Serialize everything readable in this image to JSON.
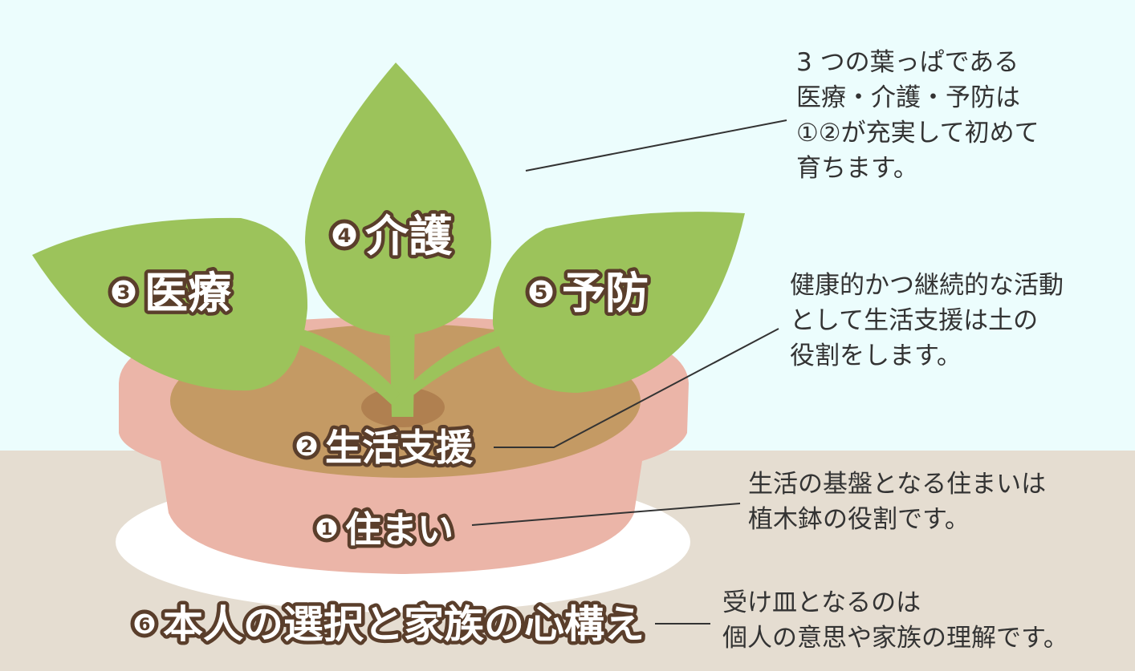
{
  "colors": {
    "sky": "#ecfdfd",
    "ground": "#e5ddd1",
    "saucer": "#ffffff",
    "pot": "#ebb5a8",
    "soil": "#c49a64",
    "soil_hole": "#b08050",
    "leaf": "#9cc35b",
    "label_outline": "#5a3e2b",
    "note_text": "#333333"
  },
  "labels": {
    "leaf_left": {
      "num": "3",
      "text": "医療"
    },
    "leaf_center": {
      "num": "4",
      "text": "介護"
    },
    "leaf_right": {
      "num": "5",
      "text": "予防"
    },
    "soil": {
      "num": "2",
      "text": "生活支援"
    },
    "pot": {
      "num": "1",
      "text": "住まい"
    },
    "saucer": {
      "num": "6",
      "text": "本人の選択と家族の心構え"
    }
  },
  "notes": {
    "leaves": [
      "3 つの葉っぱである",
      "医療・介護・予防は",
      "①②が充実して初めて",
      "育ちます。"
    ],
    "soil": [
      "健康的かつ継続的な活動",
      "として生活支援は土の",
      "役割をします。"
    ],
    "pot": [
      "生活の基盤となる住まいは",
      "植木鉢の役割です。"
    ],
    "saucer": [
      "受け皿となるのは",
      "個人の意思や家族の理解です。"
    ]
  }
}
